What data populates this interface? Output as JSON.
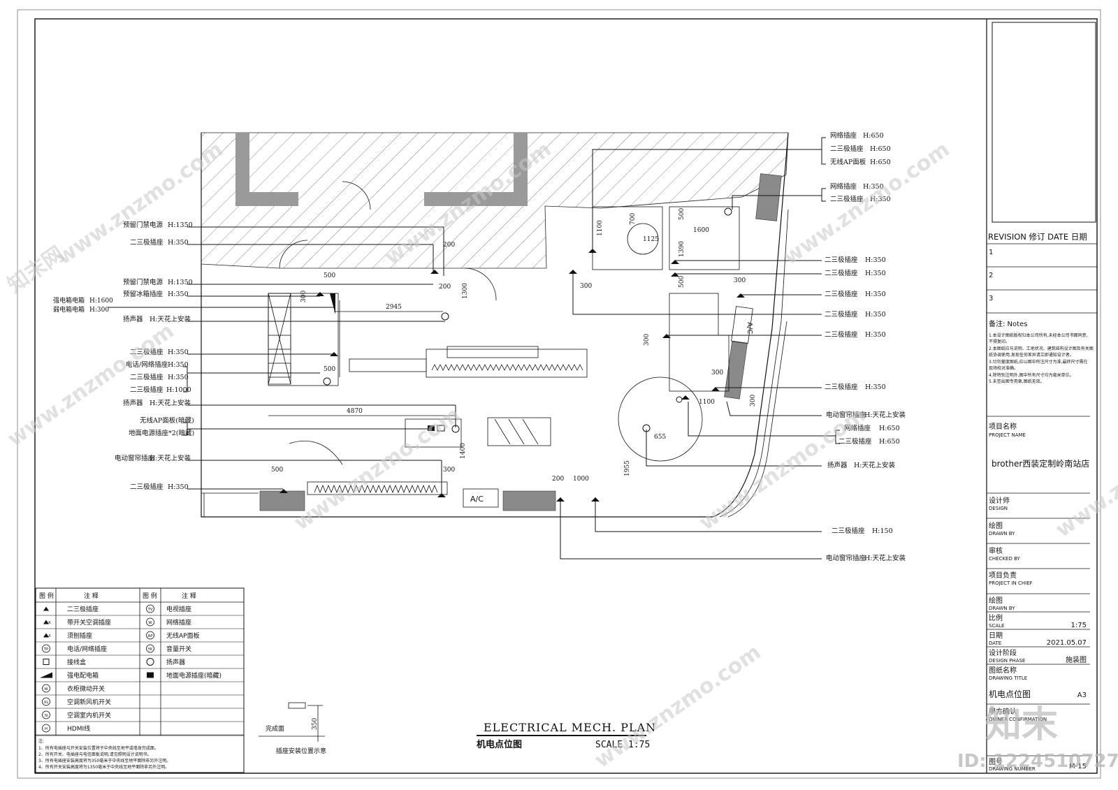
{
  "title_block": {
    "revision_header": "REVISION 修订 DATE 日期",
    "revision_rows": [
      "1",
      "2",
      "3"
    ],
    "notes_title": "备注: Notes",
    "notes_lines": [
      "1.本设计图纸版权归本公司所有,未经本公司书面同意,",
      "不得复印。",
      "2.本图纸应与说明、工地状况、建筑结构设计图及有关图",
      "纸协调使用,发现任何差异请立即通知设计者。",
      "3.切勿量度图纸,应以图中所注尺寸为准,最终尺寸需在",
      "现场校对准确。",
      "4.除特别注明外,图中所有尺寸均为毫米单位。",
      "5.未签出图专用章,图纸无效。"
    ],
    "project_name_label": "项目名称",
    "project_name_en": "PROJECT NAME",
    "project_name": "brother西装定制岭南站店",
    "design_label": "设计师",
    "design_en": "DESIGN",
    "drawn_label": "绘图",
    "drawn_en": "DRAWN BY",
    "checked_label": "审核",
    "checked_en": "CHECKED BY",
    "chief_label": "项目负责",
    "chief_en": "PROJECT IN CHIEF",
    "drawn2_label": "绘图",
    "drawn2_en": "DRAWN BY",
    "scale_label": "比例",
    "scale_en": "SCALE",
    "scale_value": "1:75",
    "date_label": "日期",
    "date_en": "DATE",
    "date_value": "2021.05.07",
    "phase_label": "设计阶段",
    "phase_en": "DESIGN PHASE",
    "phase_value": "施装图",
    "drawing_title_label": "图纸名称",
    "drawing_title_en": "DRAWING TITLE",
    "drawing_title": "机电点位图",
    "paper_size": "A3",
    "confirm_label": "甲方确认",
    "confirm_en": "OWNER CONFIRMATION",
    "drawing_no_label": "图号",
    "drawing_no_en": "DRAWING NUMBER",
    "drawing_no": "M-15"
  },
  "plan_title": {
    "en": "ELECTRICAL MECH. PLAN",
    "cn": "机电点位图",
    "scale": "SCALE 1:75"
  },
  "install_detail": {
    "finish_label": "完成面",
    "height": "350",
    "caption": "插座安装位置示意"
  },
  "legend": {
    "header_symbol": "图 例",
    "header_note": "注 释",
    "left": [
      "二三极插座",
      "带开关空调插座",
      "须刨插座",
      "电话/网络插座",
      "接线盒",
      "强电配电箱",
      "衣柜微动开关",
      "空调新风机开关",
      "空调室内机开关",
      "HDMI线"
    ],
    "right": [
      "电视插座",
      "网络插座",
      "无线AP面板",
      "音量开关",
      "扬声器",
      "地面电源插座(暗藏)"
    ],
    "left_symbols": [
      "",
      "K",
      "X",
      "TP",
      "",
      "",
      "W",
      "XL",
      "N",
      "H"
    ],
    "right_symbols": [
      "TV",
      "W",
      "AP",
      "YK",
      "",
      ""
    ],
    "notes_title": "注:",
    "notes": [
      "1、所有电插座与开关安装位置将于中央线至地平或墙身完成面。",
      "2、所有开关、电插座与电信面板说明,请见照明设计说明书。",
      "3、所有电插座安装高度将为350毫米于中央线至地平面除非另外注明。",
      "4、所有开关安装高度将为1350毫米于中央线至地平面除非另外注明。"
    ]
  },
  "callouts_left": [
    {
      "label": "预留门禁电源",
      "h": "H:1350"
    },
    {
      "label": "二三极插座",
      "h": "H:350"
    },
    {
      "label": "预留门禁电源",
      "h": "H:1350"
    },
    {
      "label": "预留冰箱插座",
      "h": "H:350"
    },
    {
      "label": "强电箱电箱",
      "h": "H:1600"
    },
    {
      "label": "弱电箱电箱",
      "h": "H:300"
    },
    {
      "label": "扬声器",
      "h": "H:天花上安装"
    },
    {
      "label": "二三极插座",
      "h": "H:350"
    },
    {
      "label": "电话/网络插座",
      "h": "H:350"
    },
    {
      "label": "二三极插座",
      "h": "H:350"
    },
    {
      "label": "二三极插座",
      "h": "H:1000"
    },
    {
      "label": "扬声器",
      "h": "H:天花上安装"
    },
    {
      "label": "无线AP面板(暗藏)",
      "h": ""
    },
    {
      "label": "地面电源插座*2(暗藏)",
      "h": ""
    },
    {
      "label": "电动窗帘插座",
      "h": "H:天花上安装"
    },
    {
      "label": "二三极插座",
      "h": "H:350"
    }
  ],
  "callouts_right": [
    {
      "label": "网络插座",
      "h": "H:650"
    },
    {
      "label": "二三极插座",
      "h": "H:650"
    },
    {
      "label": "无线AP面板",
      "h": "H:650"
    },
    {
      "label": "网络插座",
      "h": "H:350"
    },
    {
      "label": "二三极插座",
      "h": "H:350"
    },
    {
      "label": "二三极插座",
      "h": "H:350"
    },
    {
      "label": "二三极插座",
      "h": "H:350"
    },
    {
      "label": "二三极插座",
      "h": "H:350"
    },
    {
      "label": "二三极插座",
      "h": "H:350"
    },
    {
      "label": "二三极插座",
      "h": "H:350"
    },
    {
      "label": "二三极插座",
      "h": "H:350"
    },
    {
      "label": "电动窗帘插座",
      "h": "H:天花上安装"
    },
    {
      "label": "网络插座",
      "h": "H:650"
    },
    {
      "label": "二三极插座",
      "h": "H:650"
    },
    {
      "label": "扬声器",
      "h": "H:天花上安装"
    },
    {
      "label": "二三极插座",
      "h": "H:150"
    },
    {
      "label": "电动窗帘插座",
      "h": "H:天花上安装"
    }
  ],
  "dimensions": [
    "200",
    "200",
    "500",
    "300",
    "2945",
    "1300",
    "1100",
    "700",
    "1125",
    "500",
    "1600",
    "1390",
    "500",
    "300",
    "300",
    "300",
    "500",
    "4870",
    "1400",
    "300",
    "500",
    "200",
    "1000",
    "1955",
    "655",
    "1100",
    "300",
    "300"
  ],
  "ac_labels": [
    "A/C",
    "A/C"
  ],
  "watermark": {
    "site": "www.znzmo.com",
    "brand": "知末网",
    "logo": "知末",
    "id": "ID: 1224510727"
  }
}
